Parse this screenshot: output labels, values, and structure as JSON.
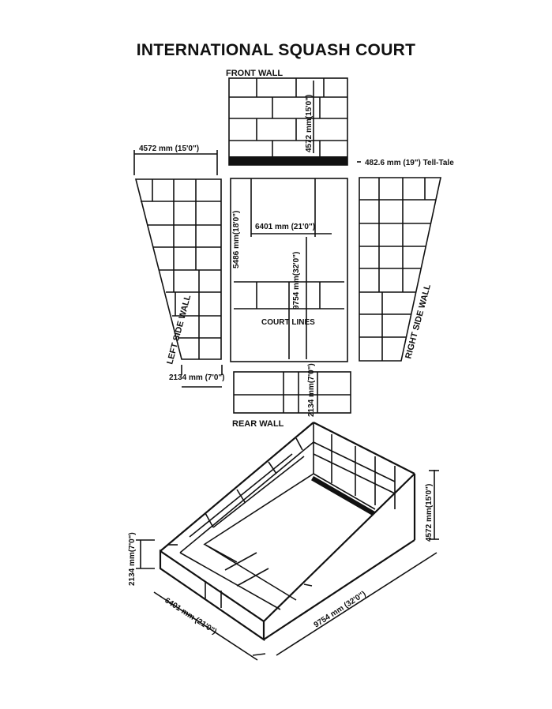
{
  "title": "INTERNATIONAL SQUASH COURT",
  "labels": {
    "front_wall": "FRONT WALL",
    "rear_wall": "REAR WALL",
    "left_side_wall": "LEFT SIDE WALL",
    "right_side_wall": "RIGHT SIDE WALL",
    "court_lines": "COURT LINES"
  },
  "dimensions": {
    "side_wall_width": "4572 mm (15'0\")",
    "front_wall_height": "4572 mm(15'0\")",
    "tell_tale": "482.6 mm (19\") Tell-Tale",
    "short_line_to_front": "5486 mm(18'0\")",
    "court_width": "6401 mm (21'0\")",
    "court_length": "9754 mm(32'0\")",
    "rear_height_small": "2134 mm (7'0\")",
    "rear_wall_height": "2134 mm(7'0\")",
    "iso_rear_height": "2134 mm(7'0\")",
    "iso_width": "6401 mm (21'0\")",
    "iso_length": "9754 mm (32'0\")",
    "iso_front_height": "4572 mm(15'0\")"
  }
}
